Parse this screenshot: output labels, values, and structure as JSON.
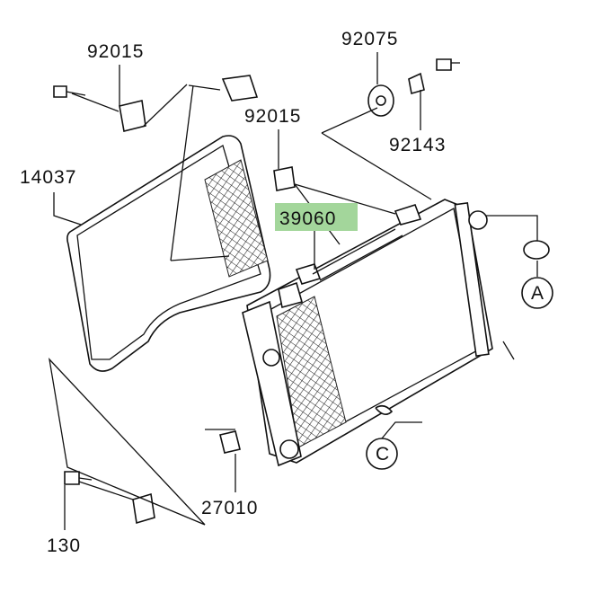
{
  "diagram": {
    "title": "Radiator parts diagram",
    "highlight_color": "#a3d69b",
    "parts": [
      {
        "number": "92015"
      },
      {
        "number": "92075"
      },
      {
        "number": "92015"
      },
      {
        "number": "92143"
      },
      {
        "number": "14037"
      },
      {
        "number": "39060",
        "highlighted": true
      },
      {
        "number": "27010"
      },
      {
        "number": "130"
      }
    ],
    "callouts": [
      {
        "letter": "A"
      },
      {
        "letter": "C"
      }
    ]
  }
}
